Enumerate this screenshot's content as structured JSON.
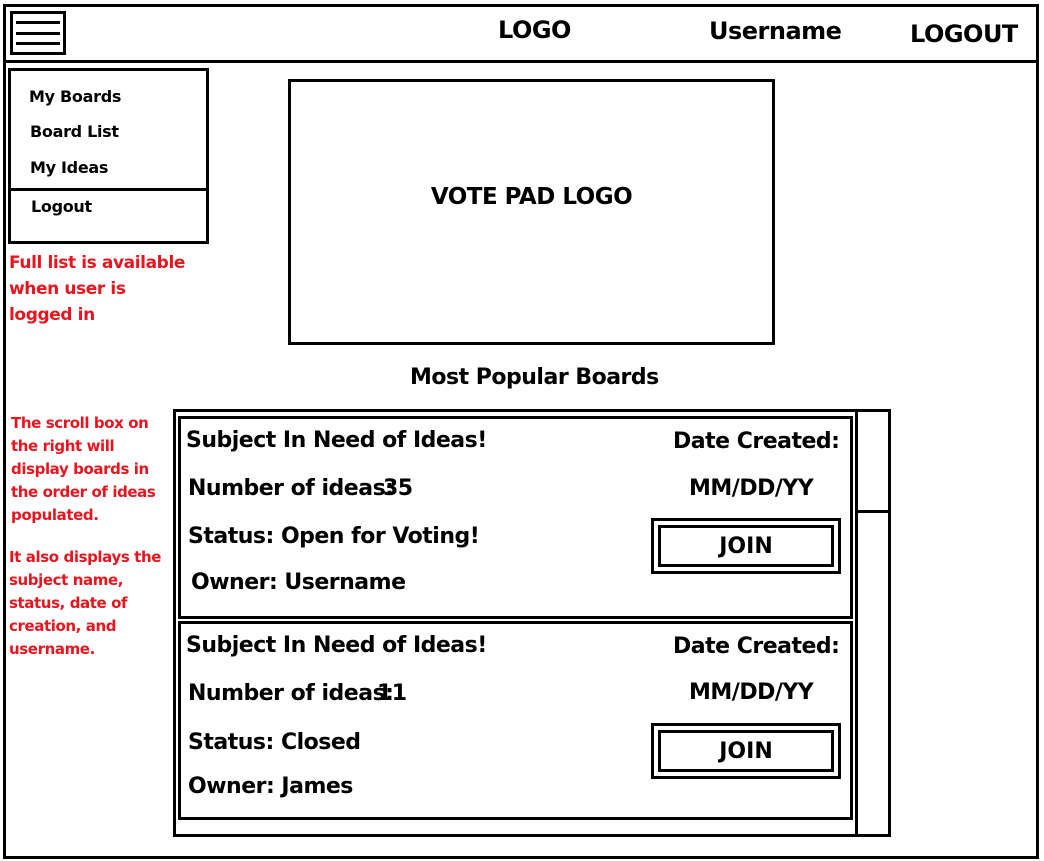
{
  "header": {
    "logo": "LOGO",
    "username": "Username",
    "logout": "LOGOUT"
  },
  "icons": {
    "menu": "hamburger-menu-icon"
  },
  "sidebar": {
    "items": [
      {
        "label": "My Boards"
      },
      {
        "label": "Board List"
      },
      {
        "label": "My Ideas"
      },
      {
        "label": "Logout"
      }
    ]
  },
  "notes": {
    "menu_note": [
      "Full list is available",
      "when user is",
      "logged in"
    ],
    "scroll_note": [
      "The scroll box on",
      "the right will",
      "display boards in",
      "the order of ideas",
      "populated."
    ],
    "display_note": [
      "It also displays the",
      "subject name,",
      "status, date of",
      "creation, and",
      "username."
    ]
  },
  "main": {
    "logo_placeholder": "VOTE PAD LOGO",
    "section_title": "Most Popular Boards"
  },
  "boards": [
    {
      "subject": "Subject In Need of Ideas!",
      "ideas_label": "Number of ideas:",
      "ideas_count": "35",
      "status": "Status: Open for Voting!",
      "owner": "Owner: Username",
      "date_label": "Date Created:",
      "date_value": "MM/DD/YY",
      "join_label": "JOIN"
    },
    {
      "subject": "Subject In Need of Ideas!",
      "ideas_label": "Number of ideas:",
      "ideas_count": "11",
      "status": "Status: Closed",
      "owner": "Owner: James",
      "date_label": "Date Created:",
      "date_value": "MM/DD/YY",
      "join_label": "JOIN"
    }
  ],
  "colors": {
    "annotation": "#e8141e",
    "ink": "#000000",
    "background": "#ffffff"
  }
}
